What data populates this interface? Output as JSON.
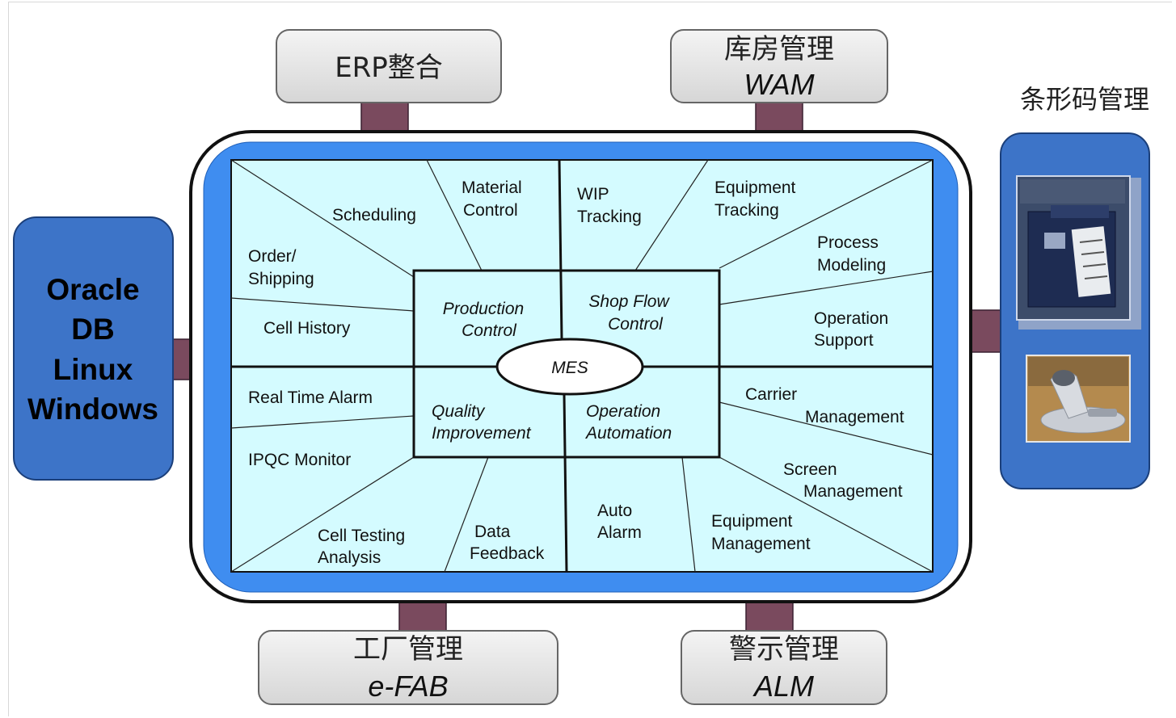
{
  "systems": {
    "erp": {
      "title": "ERP整合"
    },
    "wam": {
      "title": "库房管理",
      "subtitle": "WAM"
    },
    "efab": {
      "title": "工厂管理",
      "subtitle": "e-FAB"
    },
    "alm": {
      "title": "警示管理",
      "subtitle": "ALM"
    },
    "barcode": {
      "title": "条形码管理"
    },
    "db": {
      "lines": [
        "Oracle",
        "DB",
        "Linux",
        "Windows"
      ]
    }
  },
  "center": {
    "hub": "MES",
    "quadrants": [
      {
        "lines": [
          "Production",
          "Control"
        ]
      },
      {
        "lines": [
          "Shop Flow",
          "Control"
        ]
      },
      {
        "lines": [
          "Quality",
          "Improvement"
        ]
      },
      {
        "lines": [
          "Operation",
          "Automation"
        ]
      }
    ]
  },
  "modules": [
    {
      "lines": [
        "Scheduling"
      ]
    },
    {
      "lines": [
        "Material",
        "Control"
      ]
    },
    {
      "lines": [
        "WIP",
        "Tracking"
      ]
    },
    {
      "lines": [
        "Equipment",
        "Tracking"
      ]
    },
    {
      "lines": [
        "Order/",
        "Shipping"
      ]
    },
    {
      "lines": [
        "Process",
        "Modeling"
      ]
    },
    {
      "lines": [
        "Cell History"
      ]
    },
    {
      "lines": [
        "Operation",
        "Support"
      ]
    },
    {
      "lines": [
        "Real Time Alarm"
      ]
    },
    {
      "lines": [
        "Carrier"
      ]
    },
    {
      "lines": [
        "Management"
      ]
    },
    {
      "lines": [
        "IPQC Monitor"
      ]
    },
    {
      "lines": [
        "Screen",
        "Management"
      ]
    },
    {
      "lines": [
        "Cell Testing",
        "Analysis"
      ]
    },
    {
      "lines": [
        "Data",
        "Feedback"
      ]
    },
    {
      "lines": [
        "Auto",
        "Alarm"
      ]
    },
    {
      "lines": [
        "Equipment",
        "Management"
      ]
    }
  ],
  "colors": {
    "blue_frame": "#3f8df0",
    "cyan_fill": "#d4fbff",
    "connector": "#7a4a5e",
    "gray_box": "#e3e3e3",
    "db_blue": "#3d74c8"
  }
}
